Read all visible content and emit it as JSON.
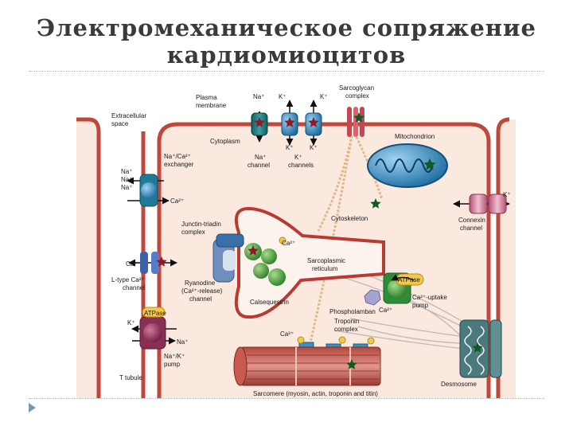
{
  "title": {
    "line1": "Электромеханическое сопряжение",
    "line2": "кардиомиоцитов"
  },
  "colors": {
    "cytoplasm": "#fbe9df",
    "membrane": "#c0473c",
    "sr": "#b93a32",
    "green_protein": "#3f9a3c",
    "blue_protein": "#3a8fc2",
    "purple_protein": "#8a2f54",
    "cytoskeleton": "#e0b98a"
  },
  "icons": [
    "star-icon",
    "double-arrow-icon"
  ],
  "labels": {
    "extracellular_space": [
      "Extracellular",
      "space"
    ],
    "plasma_membrane": [
      "Plasma",
      "membrane"
    ],
    "cytoplasm": "Cytoplasm",
    "na_top": "Na⁺",
    "na_channel": [
      "Na⁺",
      "channel"
    ],
    "k_top_1": "K⁺",
    "k_top_2": "K⁺",
    "k_bottom_1": "K⁺",
    "k_bottom_2": "K⁺",
    "k_channels": [
      "K⁺",
      "channels"
    ],
    "sarcoglycan": [
      "Sarcoglycan",
      "complex"
    ],
    "mitochondrion": "Mitochondrion",
    "exchanger_name": [
      "Na⁺/Ca²⁺",
      "exchanger"
    ],
    "exchanger_na": [
      "Na⁺",
      "Na⁺",
      "Na⁺"
    ],
    "exchanger_ca": "Ca²⁺",
    "junctin": [
      "Junctin-triadin",
      "complex"
    ],
    "cytoskeleton": "Cytoskeleton",
    "connexin_k": "K⁺",
    "connexin": [
      "Connexin",
      "channel"
    ],
    "ltype_ca": "Ca²⁺",
    "ltype": [
      "L-type Ca²⁺",
      "channel"
    ],
    "sr_ca": "Ca²⁺",
    "sr_name": [
      "Sarcoplasmic",
      "reticulum"
    ],
    "ryanodine": [
      "Ryanodine",
      "(Ca²⁺-release)",
      "channel"
    ],
    "calsequestrin": "Calsequestrin",
    "serca_atpase": "ATPase",
    "serca": [
      "Ca²⁺-uptake",
      "pump"
    ],
    "phospholamban": "Phospholamban",
    "phospholamban_ca": "Ca²⁺",
    "nak_atpase": "ATPase",
    "nak_k": "K⁺",
    "nak_na": "Na⁺",
    "nak_pump": [
      "Na⁺/K⁺",
      "pump"
    ],
    "troponin_ca": "Ca²⁺",
    "troponin": [
      "Troponin",
      "complex"
    ],
    "desmosome": "Desmosome",
    "t_tubule": "T tubule",
    "sarcomere": "Sarcomere (myosin, actin, troponin and titin)"
  }
}
